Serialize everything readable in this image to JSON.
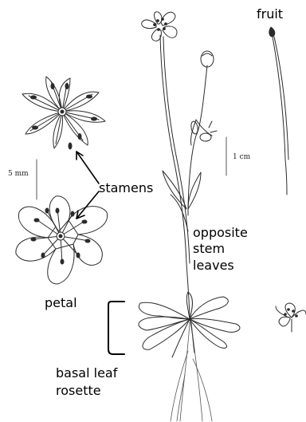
{
  "labels": {
    "fruit": "fruit",
    "stamens": "stamens",
    "petal": "petal",
    "stem_leaves": [
      "opposite",
      "stem",
      "leaves"
    ],
    "basal_rosette": [
      "basal leaf",
      "rosette"
    ],
    "scale_large": "1 cm",
    "scale_small": "5 mm"
  },
  "colors": {
    "ink": "#000000",
    "line": "#333333",
    "paper": "#ffffff"
  }
}
